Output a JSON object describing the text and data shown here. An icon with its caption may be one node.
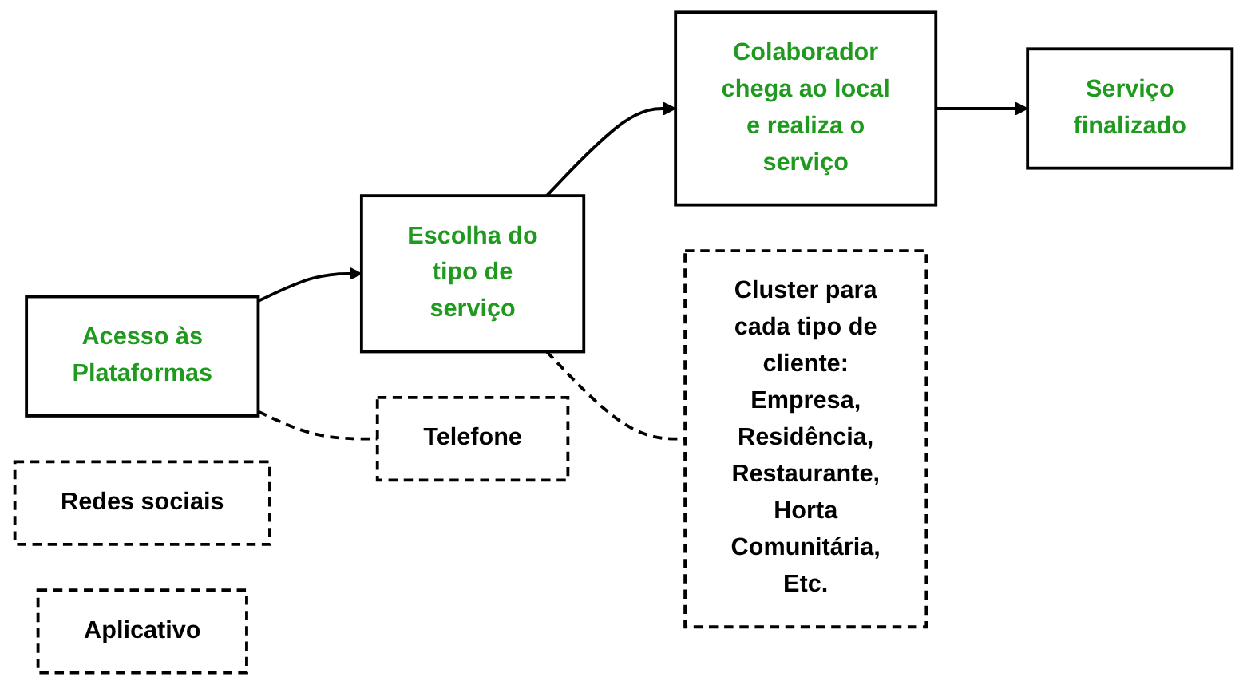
{
  "diagram": {
    "nodes": [
      {
        "text": [
          "Acesso às Plataformas"
        ]
      },
      {
        "text": [
          "Escolha do tipo de serviço"
        ]
      },
      {
        "text": [
          "Colaborador chega ao local e realiza o serviço"
        ]
      },
      {
        "text": [
          "Telefone"
        ]
      },
      {
        "text": [
          "Redes sociais"
        ]
      },
      {
        "text": [
          "Aplicativo"
        ]
      },
      {
        "text": [
          "Cluster para cada tipo de cliente: Empresa, Residência, Restaurante, Horta Comunitária, Etc."
        ]
      },
      {
        "text": [
          "Serviço finalizado"
        ]
      }
    ],
    "edges": [
      {
        "from": 0,
        "to": 1,
        "arrow": "to"
      },
      {
        "from": 1,
        "to": 2,
        "arrow": "to"
      },
      {
        "from": 2,
        "to": 7,
        "arrow": "to"
      },
      {
        "from": 0,
        "to": 3,
        "arrow": "none",
        "style": "dashed"
      },
      {
        "from": 1,
        "to": 6,
        "arrow": "none",
        "style": "dashed"
      }
    ]
  }
}
